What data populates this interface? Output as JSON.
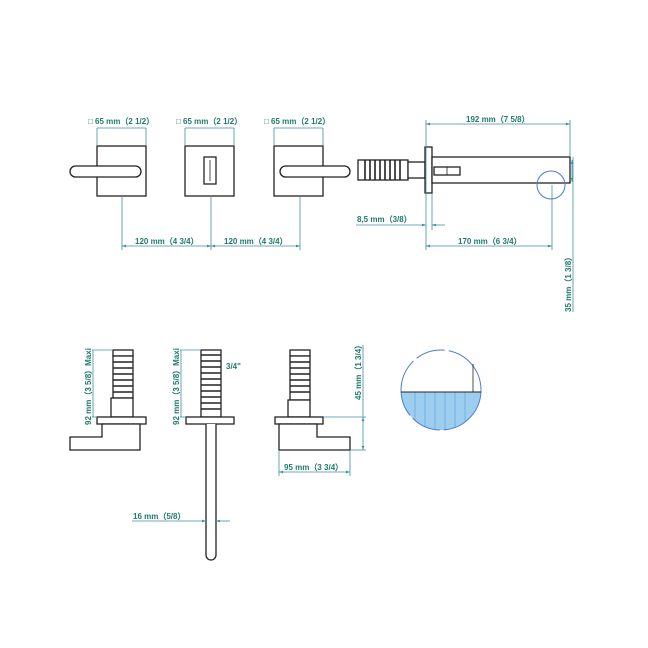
{
  "colors": {
    "dimension_text": "#1f7a6c",
    "dimension_line": "#3d8fa8",
    "outline": "#222222",
    "detail_fill": "#8cc4ec"
  },
  "top_view": {
    "plate_left_label": "□ 65 mm（2 1/2）",
    "plate_center_label": "□ 65 mm（2 1/2）",
    "plate_right_label": "□ 65 mm（2 1/2）",
    "spacing_left_label": "120 mm（4 3/4）",
    "spacing_right_label": "120 mm（4 3/4）"
  },
  "spout_view": {
    "total_length_label": "192 mm（7 5/8）",
    "flange_label": "8,5 mm（3/8）",
    "projection_label": "170 mm（6 3/4）",
    "height_label": "35 mm（1 3/8）"
  },
  "side_view": {
    "left_depth_label": "92 mm（3 5/8）Maxi",
    "center_depth_label": "92 mm（3 5/8）Maxi",
    "thread_label": "3/4\"",
    "rod_diameter_label": "16 mm（5/8）",
    "right_height_label": "45 mm（1 3/4）",
    "right_width_label": "95 mm（3 3/4）"
  }
}
